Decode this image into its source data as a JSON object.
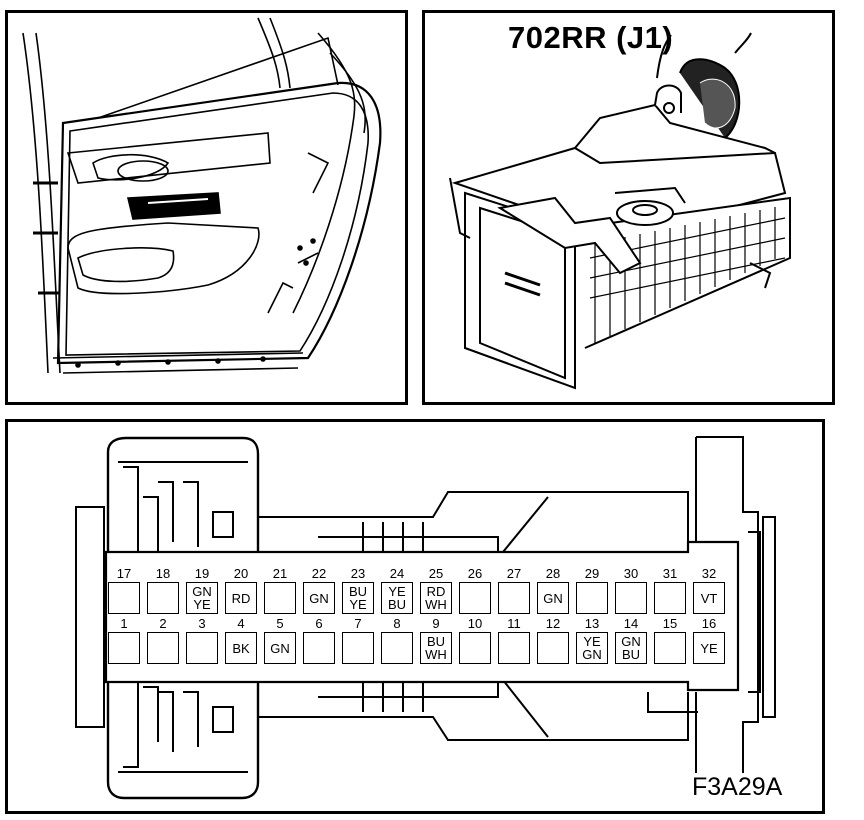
{
  "callout_label": "702RR (J1)",
  "figure_code": "F3A29A",
  "pins_top": [
    {
      "num": "17",
      "wire": []
    },
    {
      "num": "18",
      "wire": []
    },
    {
      "num": "19",
      "wire": [
        "GN",
        "YE"
      ]
    },
    {
      "num": "20",
      "wire": [
        "RD"
      ]
    },
    {
      "num": "21",
      "wire": []
    },
    {
      "num": "22",
      "wire": [
        "GN"
      ]
    },
    {
      "num": "23",
      "wire": [
        "BU",
        "YE"
      ]
    },
    {
      "num": "24",
      "wire": [
        "YE",
        "BU"
      ]
    },
    {
      "num": "25",
      "wire": [
        "RD",
        "WH"
      ]
    },
    {
      "num": "26",
      "wire": []
    },
    {
      "num": "27",
      "wire": []
    },
    {
      "num": "28",
      "wire": [
        "GN"
      ]
    },
    {
      "num": "29",
      "wire": []
    },
    {
      "num": "30",
      "wire": []
    },
    {
      "num": "31",
      "wire": []
    },
    {
      "num": "32",
      "wire": [
        "VT"
      ]
    }
  ],
  "pins_bottom": [
    {
      "num": "1",
      "wire": []
    },
    {
      "num": "2",
      "wire": []
    },
    {
      "num": "3",
      "wire": []
    },
    {
      "num": "4",
      "wire": [
        "BK"
      ]
    },
    {
      "num": "5",
      "wire": [
        "GN"
      ]
    },
    {
      "num": "6",
      "wire": []
    },
    {
      "num": "7",
      "wire": []
    },
    {
      "num": "8",
      "wire": []
    },
    {
      "num": "9",
      "wire": [
        "BU",
        "WH"
      ]
    },
    {
      "num": "10",
      "wire": []
    },
    {
      "num": "11",
      "wire": []
    },
    {
      "num": "12",
      "wire": []
    },
    {
      "num": "13",
      "wire": [
        "YE",
        "GN"
      ]
    },
    {
      "num": "14",
      "wire": [
        "GN",
        "BU"
      ]
    },
    {
      "num": "15",
      "wire": []
    },
    {
      "num": "16",
      "wire": [
        "YE"
      ]
    }
  ]
}
